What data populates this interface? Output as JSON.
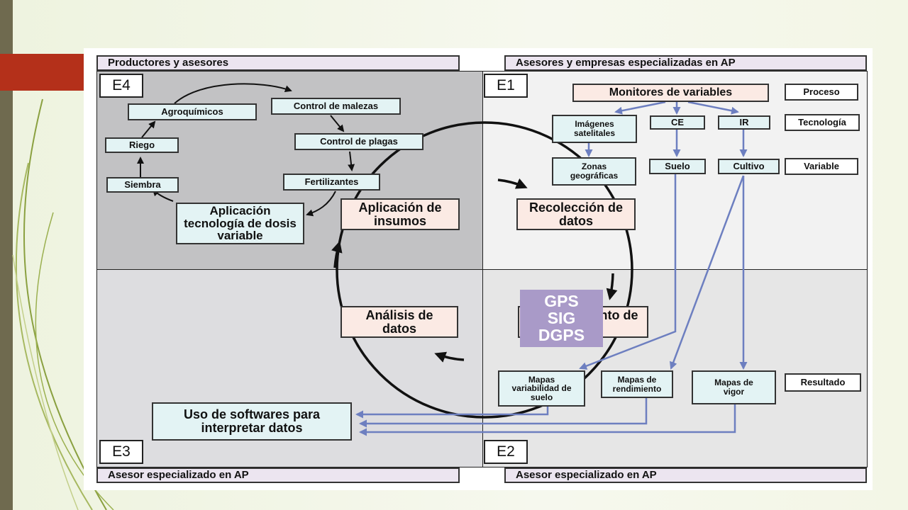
{
  "bands": {
    "top_left": "Productores y asesores",
    "top_right": "Asesores y empresas especializadas en AP",
    "bottom_left": "Asesor especializado en AP",
    "bottom_right": "Asesor especializado en AP"
  },
  "quadrants": {
    "e1": "E1",
    "e2": "E2",
    "e3": "E3",
    "e4": "E4"
  },
  "e4_cycle": {
    "agroquimicos": "Agroquímicos",
    "control_malezas": "Control de malezas",
    "control_plagas": "Control de plagas",
    "fertilizantes": "Fertilizantes",
    "riego": "Riego",
    "siembra": "Siembra",
    "aplicacion_tecnologia": "Aplicación tecnología de dosis variable"
  },
  "main_cycle": {
    "aplicacion_insumos": "Aplicación de insumos",
    "recoleccion": "Recolección de datos",
    "procesamiento": "Procesamiento de datos",
    "analisis": "Análisis de datos",
    "center": [
      "GPS",
      "SIG",
      "DGPS"
    ]
  },
  "e1": {
    "monitores": "Monitores de variables",
    "imagenes": "Imágenes satelitales",
    "ce": "CE",
    "ir": "IR",
    "zonas": "Zonas geográficas",
    "suelo": "Suelo",
    "cultivo": "Cultivo",
    "legend": {
      "proceso": "Proceso",
      "tecnologia": "Tecnología",
      "variable": "Variable",
      "resultado": "Resultado"
    }
  },
  "e2": {
    "mapas_suelo": "Mapas variabilidad de suelo",
    "mapas_rendimiento": "Mapas de rendimiento",
    "mapas_vigor": "Mapas de vigor"
  },
  "e3": {
    "uso_softwares": "Uso de softwares para interpretar datos"
  }
}
